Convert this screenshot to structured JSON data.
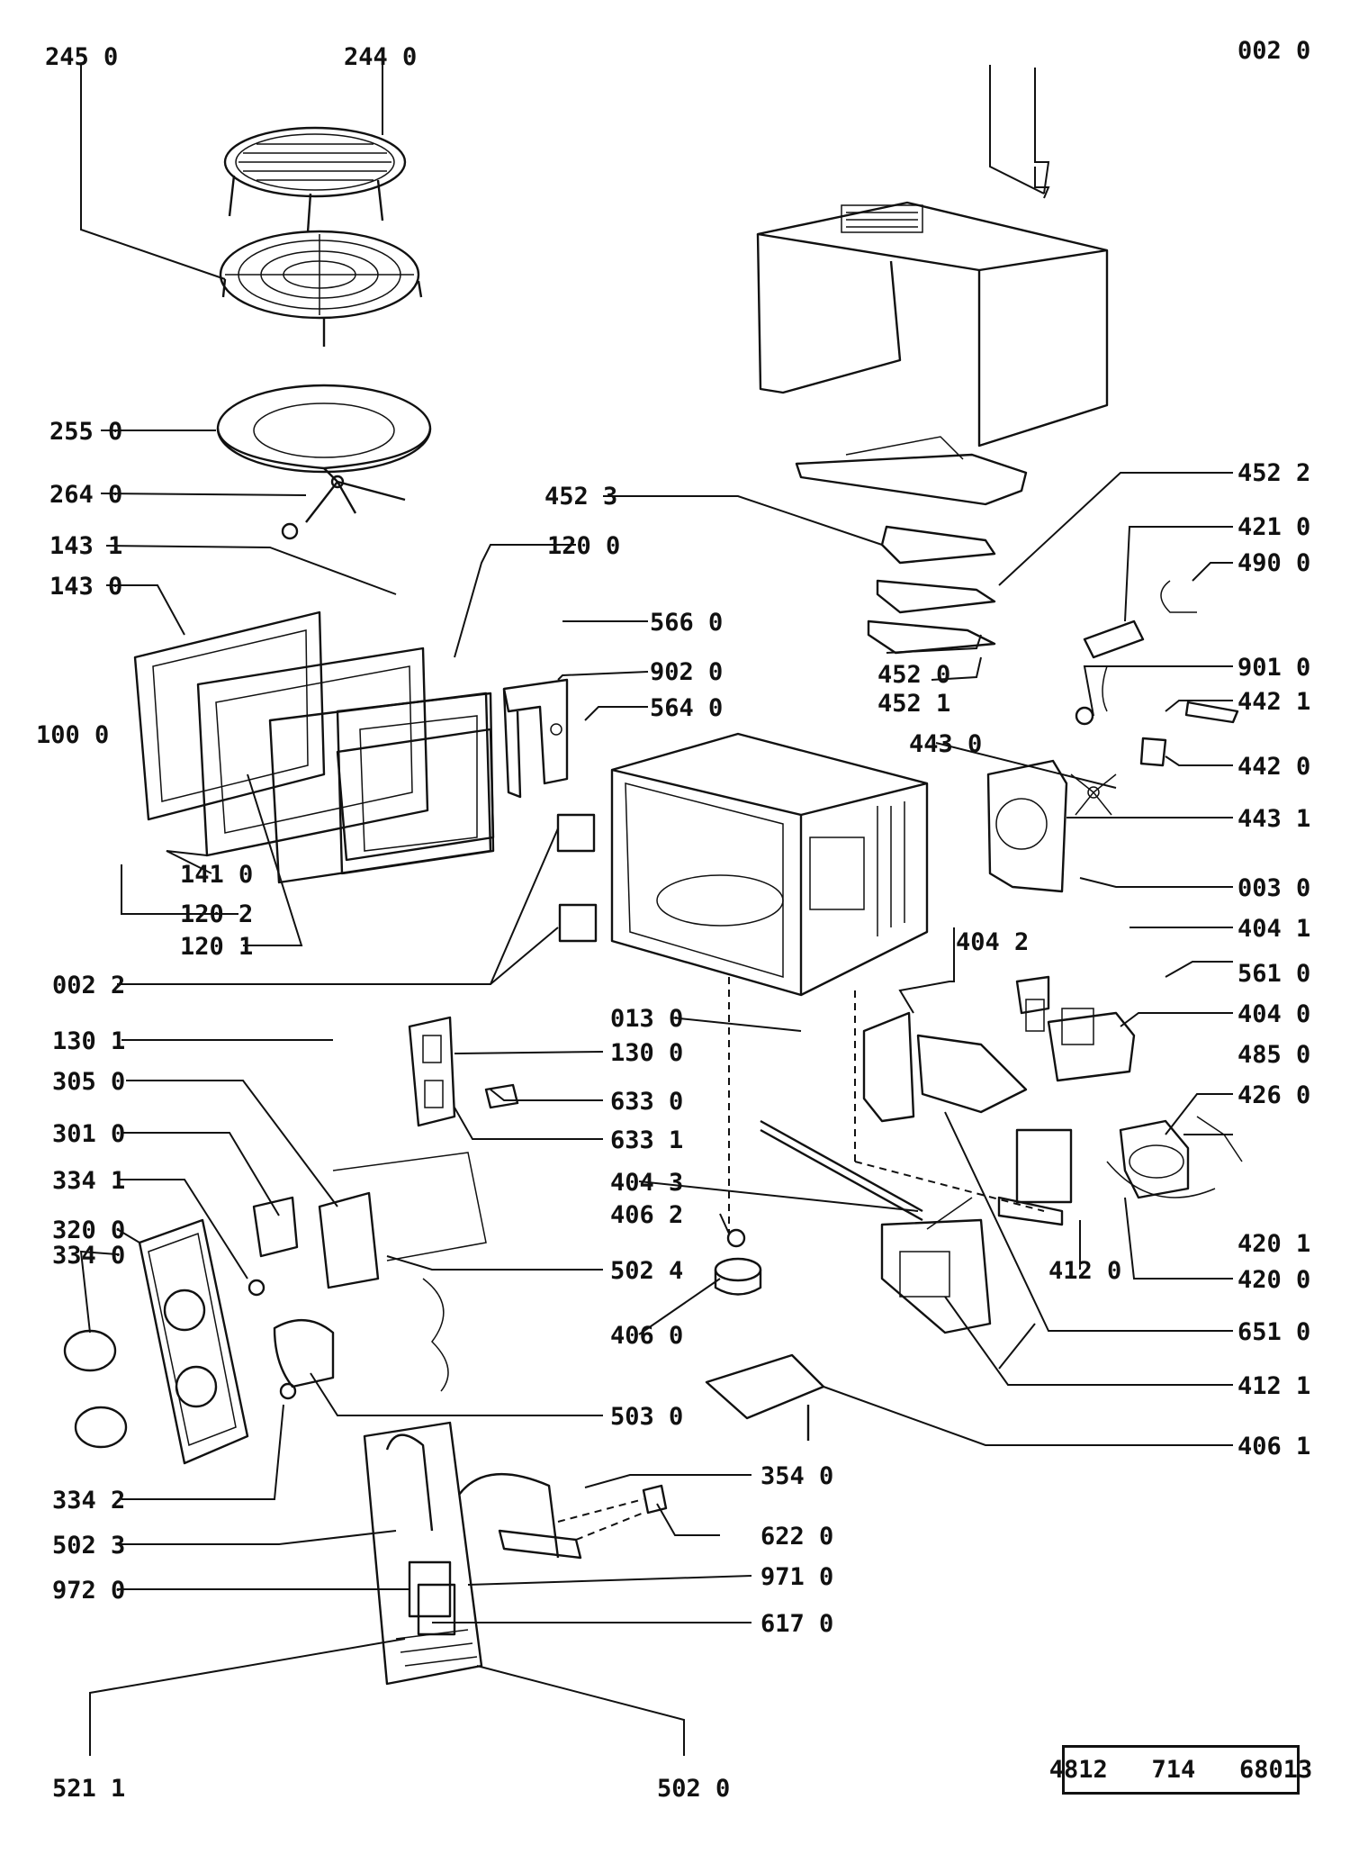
{
  "labels": {
    "l2450": "245 0",
    "l2440": "244 0",
    "l0020": "002 0",
    "l2550": "255 0",
    "l2640": "264 0",
    "l4523": "452 3",
    "l4522": "452 2",
    "l1431": "143 1",
    "l1200": "120 0",
    "l1430": "143 0",
    "l4210": "421 0",
    "l4900": "490 0",
    "l5660": "566 0",
    "l1000": "100 0",
    "l9020": "902 0",
    "l4520": "452 0",
    "l4521": "452 1",
    "l9010": "901 0",
    "l5640": "564 0",
    "l4421": "442 1",
    "l4430": "443 0",
    "l4420": "442 0",
    "l4431": "443 1",
    "l1410": "141 0",
    "l1202": "120 2",
    "l1201": "120 1",
    "l0030": "003 0",
    "l4042": "404 2",
    "l4041": "404 1",
    "l0022": "002 2",
    "l5610": "561 0",
    "l0130": "013 0",
    "l4040": "404 0",
    "l1301": "130 1",
    "l1300": "130 0",
    "l4850": "485 0",
    "l3050": "305 0",
    "l6330": "633 0",
    "l4260": "426 0",
    "l3010": "301 0",
    "l6331": "633 1",
    "l3341": "334 1",
    "l4043": "404 3",
    "l3200": "320 0",
    "l4062": "406 2",
    "l4201": "420 1",
    "l3340": "334 0",
    "l5024": "502 4",
    "l4120": "412 0",
    "l4200": "420 0",
    "l4060": "406 0",
    "l6510": "651 0",
    "l5030": "503 0",
    "l4121": "412 1",
    "l4061": "406 1",
    "l3540": "354 0",
    "l3342": "334 2",
    "l5023": "502 3",
    "l6220": "622 0",
    "l9720": "972 0",
    "l9710": "971 0",
    "l6170": "617 0",
    "l5211": "521 1",
    "l5020": "502 0"
  },
  "doc_code": "4812   714   68013"
}
